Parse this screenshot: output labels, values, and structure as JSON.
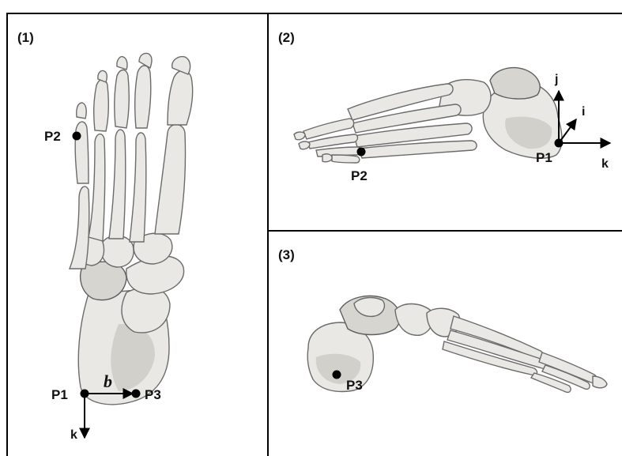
{
  "panels": [
    {
      "label": "(1)"
    },
    {
      "label": "(2)"
    },
    {
      "label": "(3)"
    }
  ],
  "points": {
    "p1": "P1",
    "p2": "P2",
    "p3": "P3"
  },
  "axes": {
    "i": "i",
    "j": "j",
    "k": "k"
  },
  "vector_b": "b",
  "colors": {
    "bone": "#e9e8e4",
    "outline": "#6b6b6b",
    "marker": "#000000"
  }
}
